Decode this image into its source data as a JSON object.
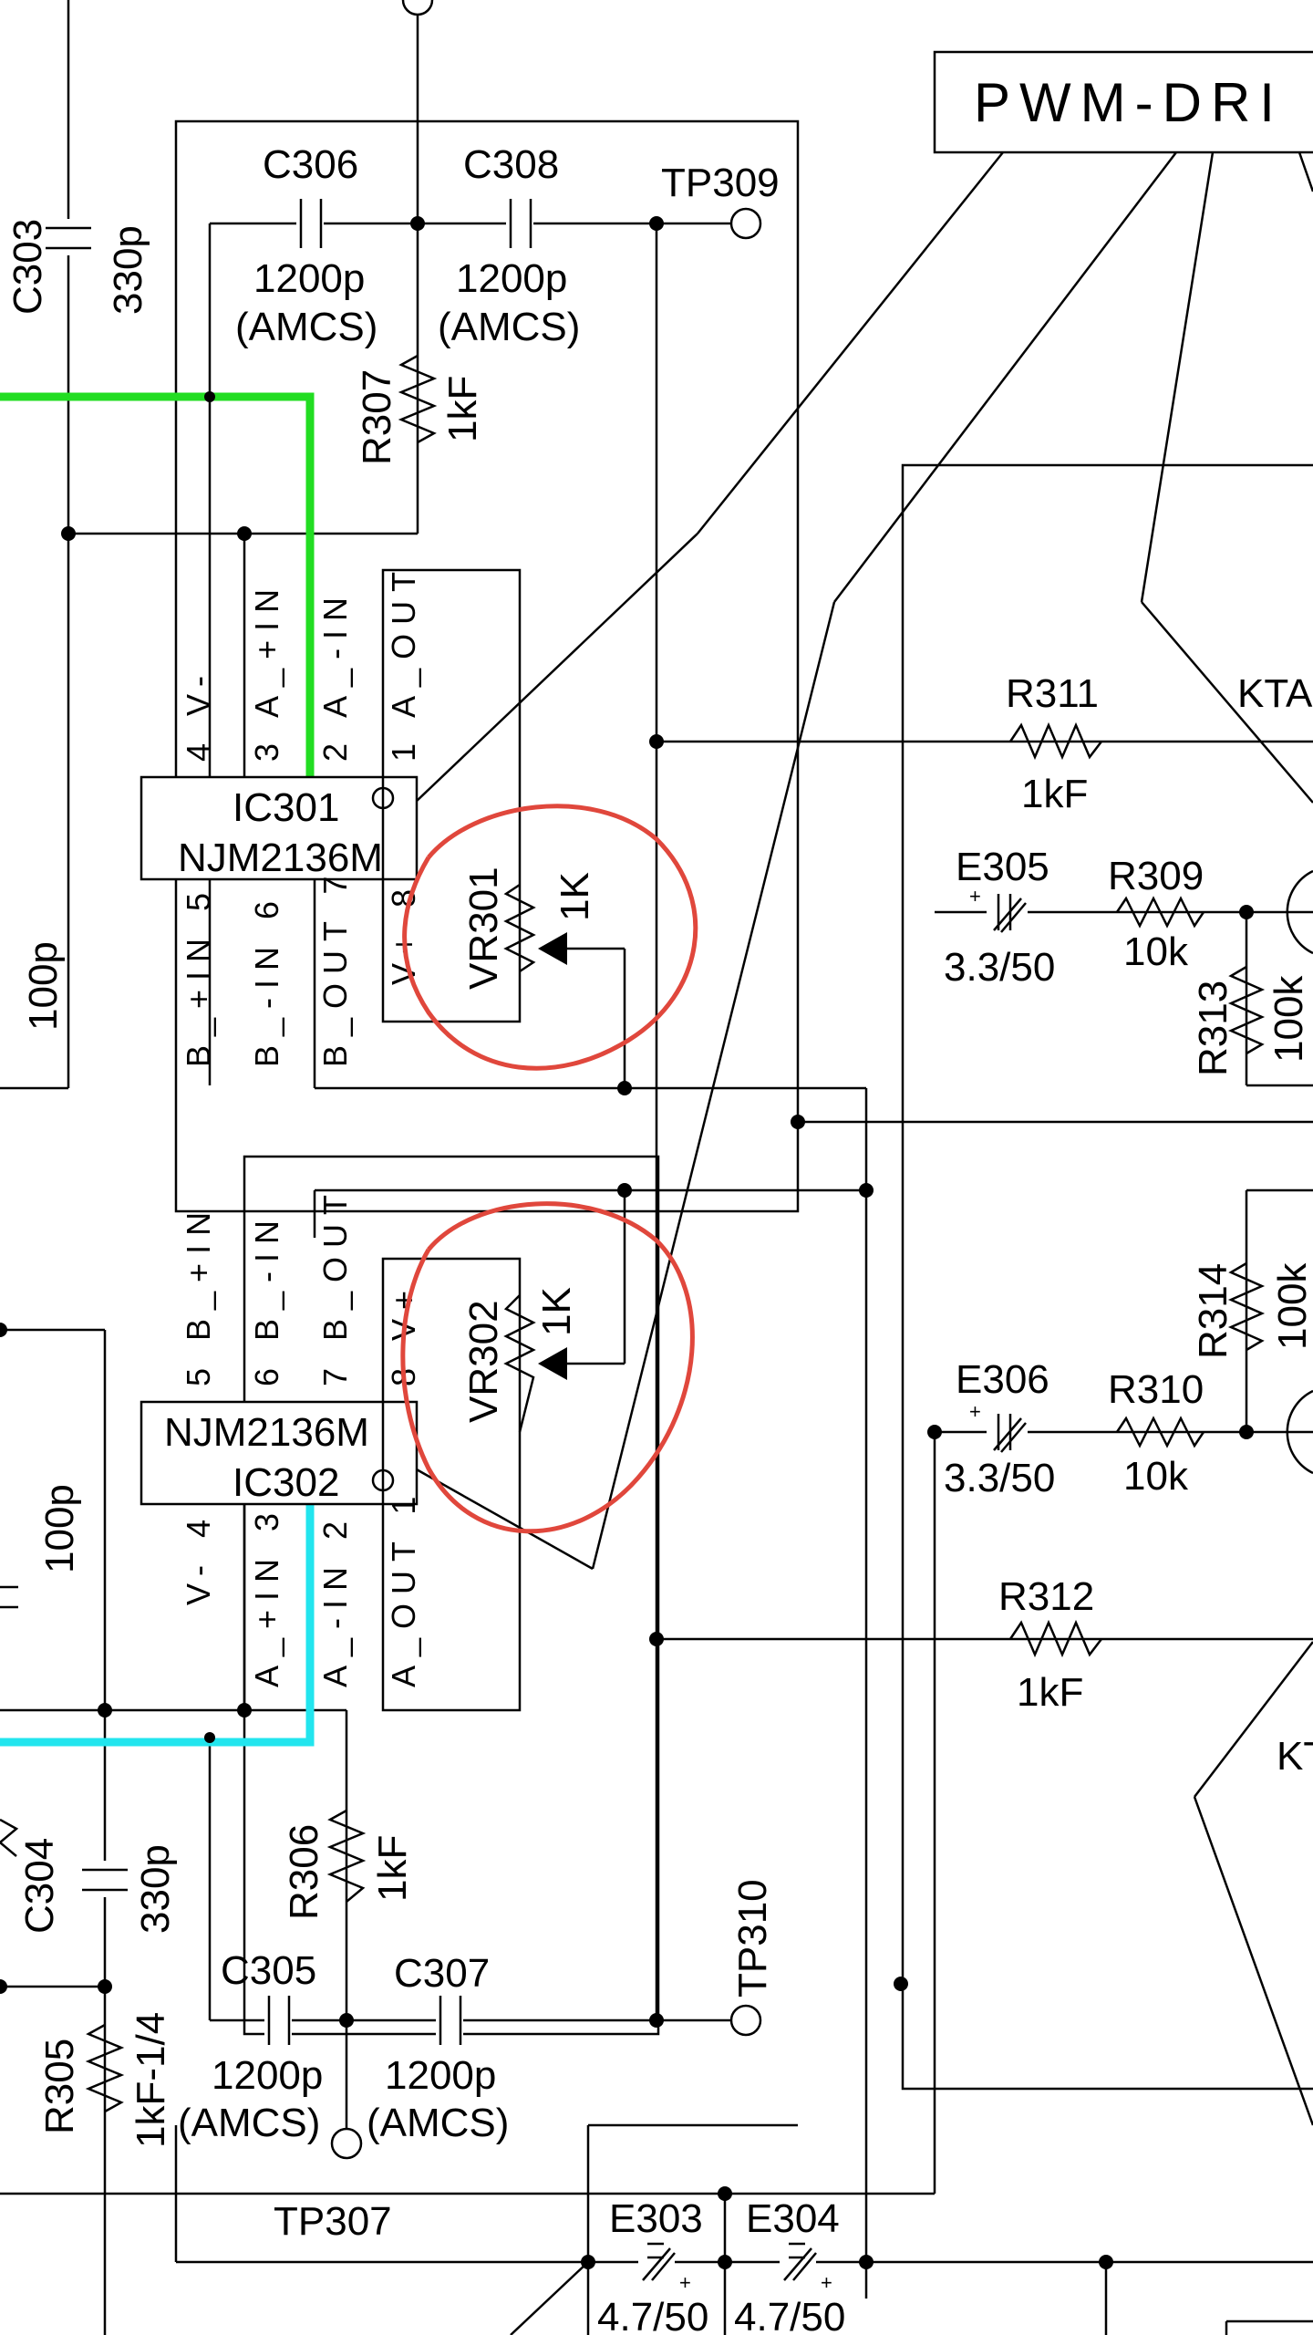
{
  "title_box": "PWM-DRI",
  "highlights": {
    "green_trace_color": "#22dd22",
    "cyan_trace_color": "#22e5ee",
    "annotation_circle_color": "#e0473c"
  },
  "components": {
    "C303": {
      "ref": "C303",
      "value": "330p"
    },
    "C304": {
      "ref": "C304",
      "value": "330p"
    },
    "C305": {
      "ref": "C305",
      "value": "1200p",
      "note": "(AMCS)"
    },
    "C306": {
      "ref": "C306",
      "value": "1200p",
      "note": "(AMCS)"
    },
    "C307": {
      "ref": "C307",
      "value": "1200p",
      "note": "(AMCS)"
    },
    "C308": {
      "ref": "C308",
      "value": "1200p",
      "note": "(AMCS)"
    },
    "C_left_upper": {
      "value": "100p"
    },
    "C_left_lower": {
      "value": "100p"
    },
    "R305": {
      "ref": "R305",
      "value": "1kF-1/4"
    },
    "R306": {
      "ref": "R306",
      "value": "1kF"
    },
    "R307": {
      "ref": "R307",
      "value": "1kF"
    },
    "R309": {
      "ref": "R309",
      "value": "10k"
    },
    "R310": {
      "ref": "R310",
      "value": "10k"
    },
    "R311": {
      "ref": "R311",
      "value": "1kF"
    },
    "R312": {
      "ref": "R312",
      "value": "1kF"
    },
    "R313": {
      "ref": "R313",
      "value": "100k"
    },
    "R314": {
      "ref": "R314",
      "value": "100k"
    },
    "E303": {
      "ref": "E303",
      "value": "4.7/50"
    },
    "E304": {
      "ref": "E304",
      "value": "4.7/50"
    },
    "E305": {
      "ref": "E305",
      "value": "3.3/50"
    },
    "E306": {
      "ref": "E306",
      "value": "3.3/50"
    },
    "VR301": {
      "ref": "VR301",
      "value": "1K"
    },
    "VR302": {
      "ref": "VR302",
      "value": "1K"
    },
    "TP307": {
      "ref": "TP307"
    },
    "TP309": {
      "ref": "TP309"
    },
    "TP310": {
      "ref": "TP310"
    },
    "KTA_upper": {
      "ref": "KTA"
    },
    "KT_lower": {
      "ref": "KT"
    }
  },
  "ic301": {
    "ref": "IC301",
    "part": "NJM2136M",
    "pins_top": [
      "4 V-",
      "3 A_+IN",
      "2 A_-IN",
      "1 A_OUT"
    ],
    "pins_bottom": [
      "B_+IN 5",
      "B_-IN 6",
      "B_OUT 7",
      "V+ 8"
    ]
  },
  "ic302": {
    "ref": "IC302",
    "part": "NJM2136M",
    "pins_top": [
      "5 B_+IN",
      "6 B_-IN",
      "7 B_OUT",
      "8 V+"
    ],
    "pins_bottom": [
      "V- 4",
      "A_+IN 3",
      "A_-IN 2",
      "A_OUT 1"
    ]
  }
}
